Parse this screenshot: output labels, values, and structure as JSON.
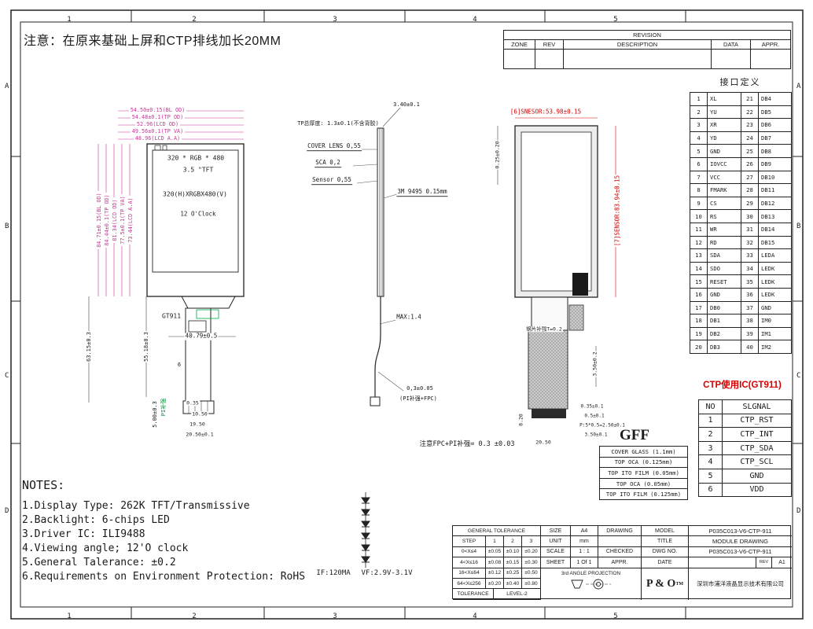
{
  "frame": {
    "top_note": "注意：在原来基础上屏和CTP排线加长20MM",
    "col_markers": [
      "1",
      "2",
      "3",
      "4",
      "5"
    ],
    "row_markers": [
      "A",
      "B",
      "C",
      "D"
    ]
  },
  "revision_table": {
    "title": "REVISION",
    "headers": [
      "ZONE",
      "REV",
      "DESCRIPTION",
      "DATA",
      "APPR."
    ]
  },
  "interface_table": {
    "title": "接口定义",
    "rows": [
      {
        "n1": "1",
        "s1": "XL",
        "n2": "21",
        "s2": "DB4"
      },
      {
        "n1": "2",
        "s1": "YU",
        "n2": "22",
        "s2": "DB5"
      },
      {
        "n1": "3",
        "s1": "XR",
        "n2": "23",
        "s2": "DB6"
      },
      {
        "n1": "4",
        "s1": "YD",
        "n2": "24",
        "s2": "DB7"
      },
      {
        "n1": "5",
        "s1": "GND",
        "n2": "25",
        "s2": "DB8"
      },
      {
        "n1": "6",
        "s1": "IOVCC",
        "n2": "26",
        "s2": "DB9"
      },
      {
        "n1": "7",
        "s1": "VCC",
        "n2": "27",
        "s2": "DB10"
      },
      {
        "n1": "8",
        "s1": "FMARK",
        "n2": "28",
        "s2": "DB11"
      },
      {
        "n1": "9",
        "s1": "CS",
        "n2": "29",
        "s2": "DB12"
      },
      {
        "n1": "10",
        "s1": "RS",
        "n2": "30",
        "s2": "DB13"
      },
      {
        "n1": "11",
        "s1": "WR",
        "n2": "31",
        "s2": "DB14"
      },
      {
        "n1": "12",
        "s1": "RD",
        "n2": "32",
        "s2": "DB15"
      },
      {
        "n1": "13",
        "s1": "SDA",
        "n2": "33",
        "s2": "LEDA"
      },
      {
        "n1": "14",
        "s1": "SDO",
        "n2": "34",
        "s2": "LEDK"
      },
      {
        "n1": "15",
        "s1": "RESET",
        "n2": "35",
        "s2": "LEDK"
      },
      {
        "n1": "16",
        "s1": "GND",
        "n2": "36",
        "s2": "LEDK"
      },
      {
        "n1": "17",
        "s1": "DB0",
        "n2": "37",
        "s2": "GND"
      },
      {
        "n1": "18",
        "s1": "DB1",
        "n2": "38",
        "s2": "IM0"
      },
      {
        "n1": "19",
        "s1": "DB2",
        "n2": "39",
        "s2": "IM1"
      },
      {
        "n1": "20",
        "s1": "DB3",
        "n2": "40",
        "s2": "IM2"
      }
    ]
  },
  "ctp_note": "CTP使用IC(GT911)",
  "signal_table": {
    "headers": [
      "NO",
      "SLGNAL"
    ],
    "rows": [
      {
        "no": "1",
        "signal": "CTP_RST"
      },
      {
        "no": "2",
        "signal": "CTP_INT"
      },
      {
        "no": "3",
        "signal": "CTP_SDA"
      },
      {
        "no": "4",
        "signal": "CTP_SCL"
      },
      {
        "no": "5",
        "signal": "GND"
      },
      {
        "no": "6",
        "signal": "VDD"
      }
    ]
  },
  "gff": {
    "label": "GFF",
    "fpc_note": "注意FPC+PI补强= 0.3 ±0.03",
    "layers": [
      "COVER GLASS (1.1mm)",
      "TOP OCA (0.125mm)",
      "TOP ITO FILM (0.05mm)",
      "TOP OCA (0.05mm)",
      "TOP ITO FILM (0.125mm)"
    ]
  },
  "notes": {
    "title": "NOTES:",
    "items": [
      "1.Display Type: 262K TFT/Transmissive",
      "2.Backlight: 6-chips LED",
      "3.Driver IC: ILI9488",
      "4.Viewing angle; 12'O clock",
      "5.General Talerance: ±0.2",
      "6.Requirements on Environment Protection: RoHS"
    ]
  },
  "front_view": {
    "dims_top": [
      "54.50±0.15(BL OD)",
      "54.48±0.1(TP OD)",
      "52.96(LCD OD)",
      "49.56±0.1(TP VA)",
      "48.96(LCD A.A)"
    ],
    "dims_left": [
      "84.71±0.15(BL OD)",
      "84.44±0.1(TP OD)",
      "81.34(LCD OD)",
      "77.5±0.1(TP VA)",
      "73.44(LCD A.A)"
    ],
    "screen_lines": [
      "320 * RGB * 480",
      "3.5  \"TFT",
      "320(H)XRGBX480(V)",
      "12 O'Clock"
    ],
    "chip_label": "GT911",
    "dim_63": "63.15±0.3",
    "dim_55": "55.18±0.3",
    "dim_40": "40.79±0.5",
    "dim_5": "5.00±0.3",
    "pi_label": "PI补强",
    "dim_035": "0.35",
    "dim_1050": "10.50",
    "dim_1950": "19.50",
    "dim_2050": "20.50±0.1",
    "wire_count": "6"
  },
  "side_view": {
    "dim_340": "3.40±0.1",
    "tp_thickness": "TP总厚度: 1.3±0.1(不含背胶)",
    "cover_lens": "COVER LENS 0,55",
    "sca": "SCA 0,2",
    "sensor": "Sensor 0,55",
    "tape": "3M 9495 0.15mm",
    "max": "MAX:1.4",
    "dim_03": "0,3±0.05",
    "pi_fpc": "(PI补强+FPC)"
  },
  "back_view": {
    "dim_sensor_h": "[6]SNESOR:53.98±0.15",
    "dim_025": "0.25±0.20",
    "dim_sensor_v": "[7]SENSOR:83.94±0.15",
    "steel_note": "钢片补强T=0.2",
    "dim_350a": "3.50±0.2",
    "dim_035": "0.35±0.1",
    "dim_05": "0.5±0.1",
    "dim_pitch": "P:5*0.5=2.50±0.1",
    "dim_350b": "3.50±0.1",
    "dim_820": "8.20",
    "dim_2050": "20.50"
  },
  "led_circuit": {
    "if_label": "IF:120MA",
    "vf_label": "VF:2.9V-3.1V"
  },
  "title_block": {
    "general_tolerance": {
      "title": "GENERAL TOLERANCE",
      "step_header": [
        "STEP",
        "1",
        "2",
        "3"
      ],
      "rows": [
        {
          "step": "0<X≤4",
          "c1": "±0.05",
          "c2": "±0.10",
          "c3": "±0.20"
        },
        {
          "step": "4<X≤16",
          "c1": "±0.08",
          "c2": "±0.15",
          "c3": "±0.30"
        },
        {
          "step": "16<X≤64",
          "c1": "±0.12",
          "c2": "±0.25",
          "c3": "±0.50"
        },
        {
          "step": "64<X≤256",
          "c1": "±0.20",
          "c2": "±0.40",
          "c3": "±0.80"
        }
      ],
      "footer_label": "TOLERANCE",
      "footer_value": "LEVEL-2"
    },
    "size_label": "SIZE",
    "size_value": "A4",
    "unit_label": "UNIT",
    "unit_value": "mm",
    "scale_label": "SCALE",
    "scale_value": "1 : 1",
    "sheet_label": "SHEET",
    "sheet_value": "1 Of 1",
    "drawing_label": "DRAWING",
    "checked_label": "CHECKED",
    "appr_label": "APPR.",
    "projection_label": "3rd ANGLE PROJECTION",
    "model_label": "MODEL",
    "model_value": "P035C013-V6-CTP-911",
    "title_label": "TITLE",
    "title_value": "MODULE DRAWING",
    "dwg_label": "DWG NO.",
    "dwg_value": "P035C013-V6-CTP-911",
    "date_label": "DATE",
    "rev_label": "REV",
    "rev_value": "A1",
    "company_logo": "P & O",
    "company_tm": "TM",
    "company_name": "深圳市浦洋液晶显示技术有限公司"
  }
}
